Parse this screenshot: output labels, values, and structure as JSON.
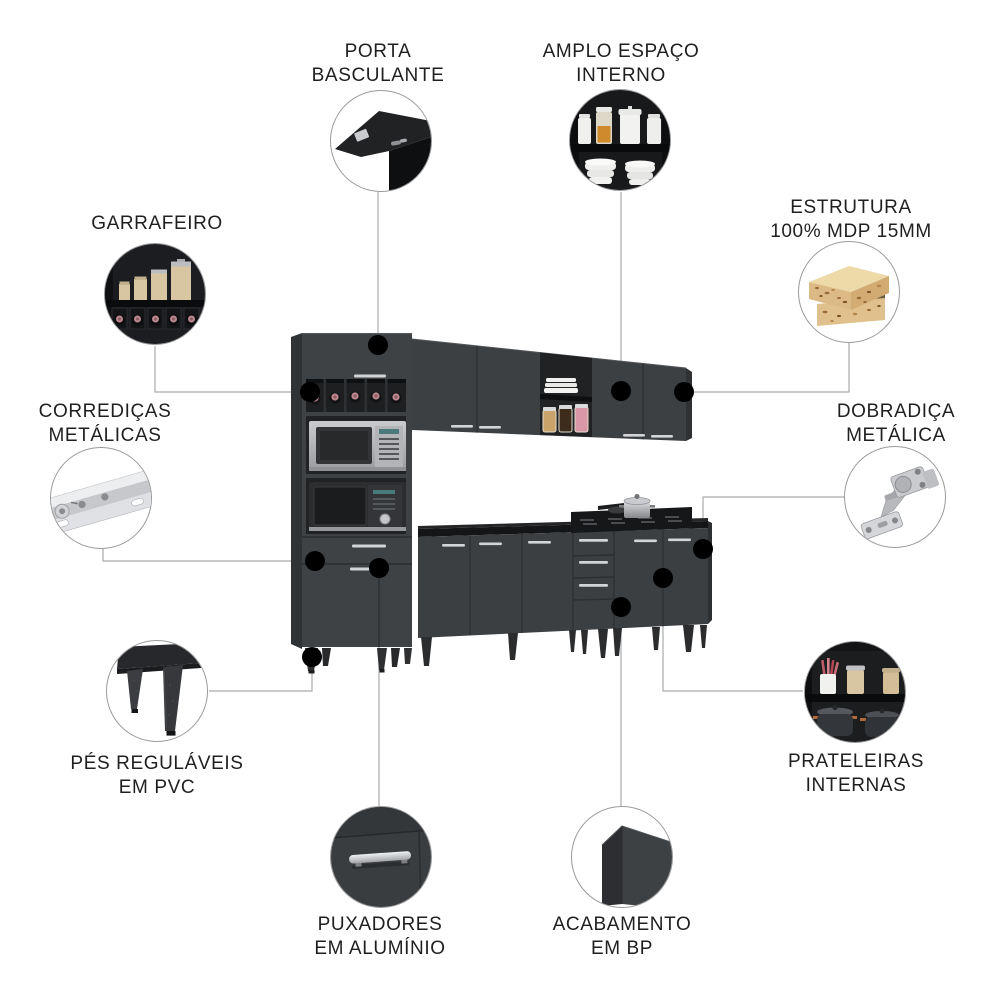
{
  "image_type": "product-feature-infographic",
  "product": {
    "name": "modular-kitchen-cabinet-set",
    "finish_color": "#3d4043"
  },
  "colors": {
    "background": "#ffffff",
    "text": "#1f1f1f",
    "connector_line": "#ababab",
    "callout_dot": "#000000",
    "cabinet": "#3d4043",
    "cabinet_dark": "#2b2d30",
    "niche_interior": "#202224",
    "metal_silver": "#d2d4d6",
    "wood_mdp": "#e0bf8c",
    "bottle_cap": "#bd8890"
  },
  "callouts": [
    {
      "id": "porta-basculante",
      "icon": "flip-door-icon",
      "lines": [
        "PORTA",
        "BASCULANTE"
      ]
    },
    {
      "id": "amplo-espaco",
      "icon": "interior-space-icon",
      "lines": [
        "AMPLO ESPAÇO",
        "INTERNO"
      ]
    },
    {
      "id": "garrafeiro",
      "icon": "bottle-rack-icon",
      "lines": [
        "GARRAFEIRO"
      ]
    },
    {
      "id": "estrutura",
      "icon": "mdp-board-icon",
      "lines": [
        "ESTRUTURA",
        "100% MDP 15MM"
      ]
    },
    {
      "id": "corredicas",
      "icon": "drawer-slide-icon",
      "lines": [
        "CORREDIÇAS",
        "METÁLICAS"
      ]
    },
    {
      "id": "dobradica",
      "icon": "metal-hinge-icon",
      "lines": [
        "DOBRADIÇA",
        "METÁLICA"
      ]
    },
    {
      "id": "pes-regulaveis",
      "icon": "adjustable-feet-icon",
      "lines": [
        "PÉS REGULÁVEIS",
        "EM PVC"
      ]
    },
    {
      "id": "prateleiras",
      "icon": "internal-shelves-icon",
      "lines": [
        "PRATELEIRAS",
        "INTERNAS"
      ]
    },
    {
      "id": "puxadores",
      "icon": "aluminum-handle-icon",
      "lines": [
        "PUXADORES",
        "EM ALUMÍNIO"
      ]
    },
    {
      "id": "acabamento",
      "icon": "bp-finish-icon",
      "lines": [
        "ACABAMENTO",
        "EM BP"
      ]
    }
  ]
}
